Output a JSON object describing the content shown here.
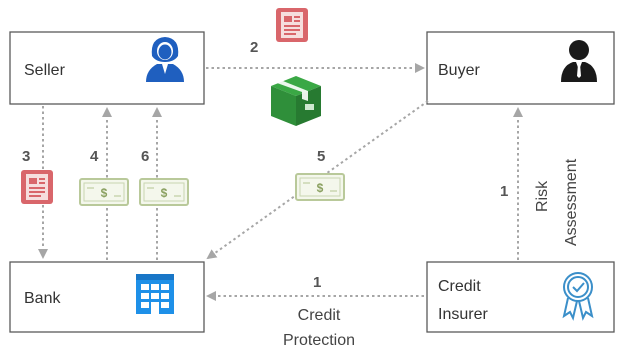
{
  "nodes": {
    "seller": {
      "label": "Seller"
    },
    "buyer": {
      "label": "Buyer"
    },
    "bank": {
      "label": "Bank"
    },
    "insurer": {
      "label_line1": "Credit",
      "label_line2": "Insurer"
    }
  },
  "steps": {
    "s1_bottom": "1",
    "s1_right": "1",
    "s2": "2",
    "s3": "3",
    "s4": "4",
    "s5": "5",
    "s6": "6"
  },
  "annotations": {
    "risk_line1": "Risk",
    "risk_line2": "Assessment",
    "credit_line1": "Credit",
    "credit_line2": "Protection"
  },
  "icons": {
    "seller": "woman-user-icon",
    "buyer": "man-user-icon",
    "bank": "bank-building-icon",
    "insurer": "certificate-badge-icon",
    "invoice": "invoice-document-icon",
    "package": "package-box-icon",
    "money": "banknote-icon"
  },
  "colors": {
    "box_border": "#5a5a5a",
    "arrow": "#a6a6a6",
    "user_blue": "#1f5fbf",
    "bank_blue": "#1e90e8",
    "invoice_red": "#d9666b",
    "invoice_fill": "#f6dede",
    "package_green": "#2f8f3a",
    "money_green": "#b9c99a"
  }
}
